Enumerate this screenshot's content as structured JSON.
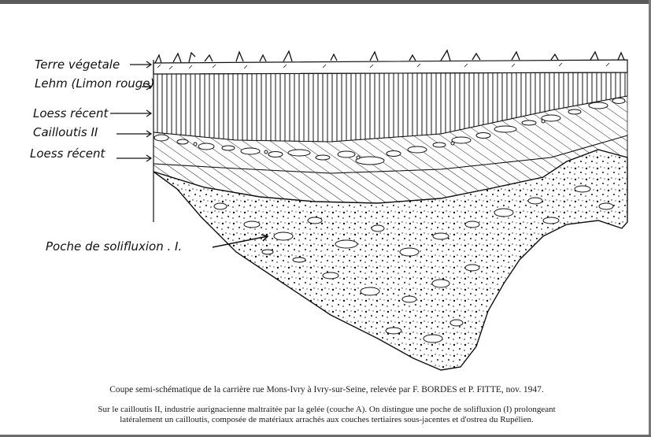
{
  "labels": {
    "terre_vegetale": "Terre végetale",
    "lehm": "Lehm (Limon rouge)",
    "loess_recent_1": "Loess récent",
    "cailloutis_2": "Cailloutis II",
    "loess_recent_2": "Loess récent",
    "poche": "Poche de solifluxion . I."
  },
  "caption": {
    "title": "Coupe semi-schématique de la carrière rue Mons-Ivry à Ivry-sur-Seine, relevée par F. BORDES et P. FITTE, nov. 1947.",
    "text_line1": "Sur le cailloutis II, industrie aurignacienne maltraitée par la gelée (couche A). On distingue une poche de solifluxion (I) prolongeant",
    "text_line2": "latéralement un cailloutis, composée de matériaux arrachés aux couches tertiaires sous-jacentes et d'ostrea du Rupélien."
  },
  "colors": {
    "ink": "#111111",
    "paper": "#ffffff"
  }
}
